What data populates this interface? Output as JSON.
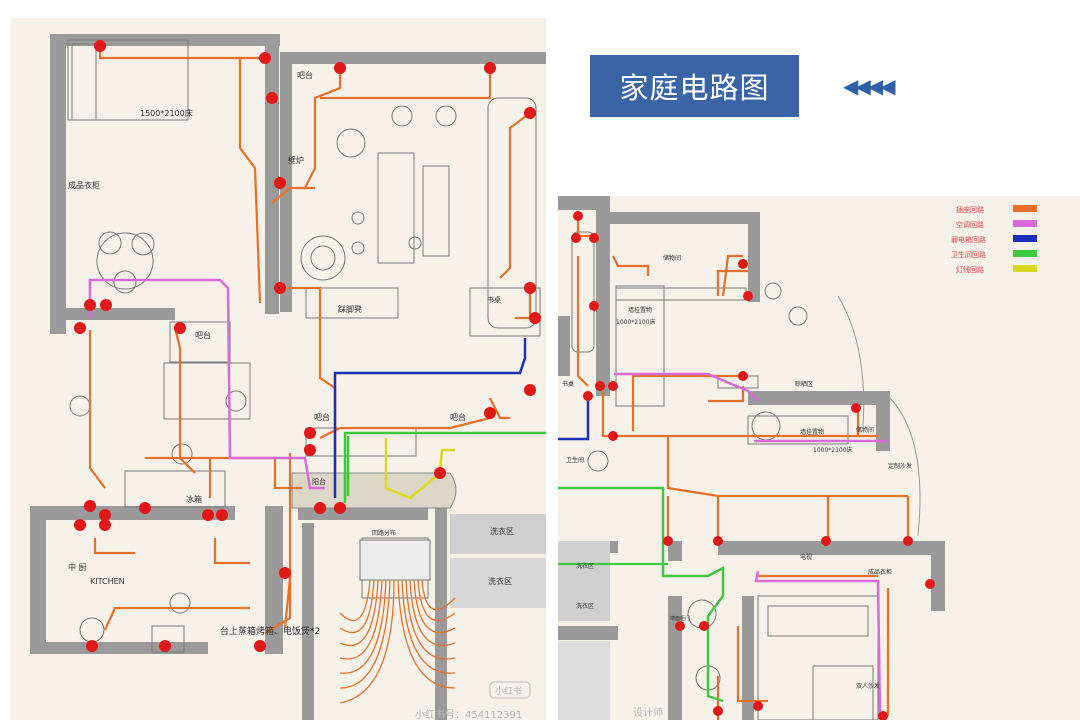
{
  "title": "家庭电路图",
  "arrows": "◀◀◀◀",
  "colors": {
    "wall": "#9a9a9a",
    "socket": "#e8702a",
    "ac": "#d86bd8",
    "weak": "#1c2fb8",
    "bath": "#3fc93f",
    "light": "#d9d91e",
    "point": "#e01818"
  },
  "left_plan": {
    "labels": {
      "bed": "1500*2100床",
      "wardrobe": "成品衣柜",
      "bar1": "吧台",
      "fireplace": "壁炉",
      "bar2": "吧台",
      "bar3": "吧台",
      "bar4": "吧台",
      "stool": "踩脚凳",
      "display": "书桌",
      "cooler": "冰箱",
      "zhongchu": "中 厨",
      "kitchen": "KITCHEN",
      "counter": "台上蒸箱烤箱、电饭煲*2",
      "entry": "阳台",
      "washer": "洗衣区",
      "dry": "洗衣区",
      "panel": "回路分布"
    },
    "watermark_badge": "小红书",
    "watermark_id": "小红书号：454112391"
  },
  "right_plan": {
    "legend": [
      {
        "label": "插座回路",
        "color": "#e8702a"
      },
      {
        "label": "空调回路",
        "color": "#d86bd8"
      },
      {
        "label": "弱电箱回路",
        "color": "#1c2fb8"
      },
      {
        "label": "卫生间回路",
        "color": "#3fc93f"
      },
      {
        "label": "灯线回路",
        "color": "#d9d91e"
      }
    ],
    "labels": {
      "storage": "储物间",
      "bed1": "1000*2100床",
      "shelf": "墙挂置物",
      "balcony": "晾晒区",
      "shelf2": "墙挂置物",
      "bed2": "1000*2100床",
      "bench": "储物间",
      "sofa": "定制沙发",
      "tv": "电视",
      "wardrobe": "成品衣柜",
      "washer": "洗衣区",
      "dryer": "洗衣区",
      "basin": "墙面柜门",
      "double_sofa": "双人沙发",
      "study": "书桌",
      "bathroom": "卫生间"
    },
    "watermark": "设计师"
  }
}
